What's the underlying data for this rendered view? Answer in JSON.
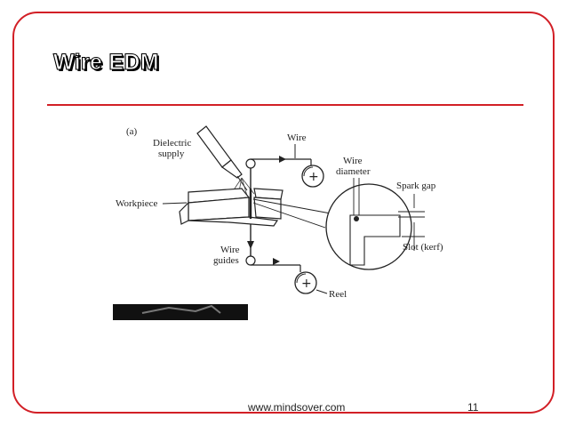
{
  "slide": {
    "title": "Wire EDM",
    "footer_url": "www.mindsover.com",
    "page_number": "11",
    "accent_color": "#d21f26"
  },
  "figure": {
    "panel_label": "(a)",
    "labels": {
      "dielectric_line1": "Dielectric",
      "dielectric_line2": "supply",
      "wire": "Wire",
      "wire_diameter_line1": "Wire",
      "wire_diameter_line2": "diameter",
      "spark_gap": "Spark gap",
      "workpiece": "Workpiece",
      "slot_kerf": "Slot (kerf)",
      "wire_guides_line1": "Wire",
      "wire_guides_line2": "guides",
      "reel": "Reel"
    }
  }
}
